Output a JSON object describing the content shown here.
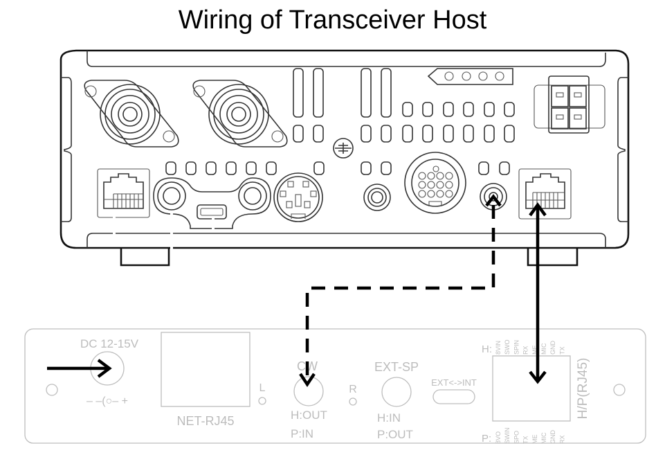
{
  "title": "Wiring of Transceiver Host",
  "adapter_panel": {
    "dc_label": "DC 12-15V",
    "dc_polarity": "– –(○– +",
    "net_label": "NET-RJ45",
    "led_left_label": "L",
    "led_right_label": "R",
    "cw_label": "CW",
    "cw_h": "H:OUT",
    "cw_p": "P:IN",
    "extsp_label": "EXT-SP",
    "extsp_h": "H:IN",
    "extsp_p": "P:OUT",
    "switch_label": "EXT<->INT",
    "hp_label": "H/P(RJ45)",
    "h_prefix": "H:",
    "p_prefix": "P:",
    "h_pins": [
      "8VIN",
      "SWO",
      "SPIN",
      "RX",
      "ME",
      "MIC",
      "GND",
      "TX"
    ],
    "p_pins": [
      "8VO",
      "SWIN",
      "SPO",
      "TX",
      "ME",
      "MIC",
      "GND",
      "RX"
    ]
  },
  "connections": [
    {
      "name": "power",
      "from": "external",
      "to": "DC 12-15V",
      "style": "solid",
      "direction": "in"
    },
    {
      "name": "cw-key",
      "from": "host-key-jack",
      "to": "CW",
      "style": "dashed",
      "direction": "both"
    },
    {
      "name": "handset",
      "from": "host-rj45",
      "to": "H/P(RJ45)",
      "style": "solid",
      "direction": "both"
    }
  ]
}
